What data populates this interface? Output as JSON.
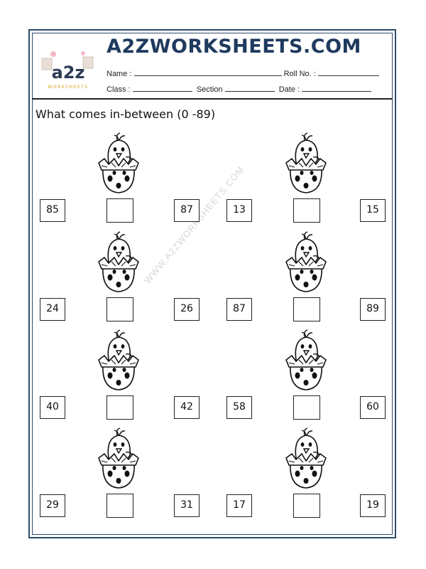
{
  "header": {
    "site_title": "A2ZWORKSHEETS.COM",
    "logo_text": "a2z",
    "logo_subtext": "WORKSHEETS",
    "name_label": "Name :",
    "roll_label": "Roll No. :",
    "class_label": "Class :",
    "section_label": "Section",
    "date_label": "Date :"
  },
  "instruction": "What comes in-between (0 -89)",
  "watermark": "WWW.A2ZWORKSHEETS.COM",
  "rows": [
    {
      "left": {
        "before": "85",
        "after": "87"
      },
      "right": {
        "before": "13",
        "after": "15"
      }
    },
    {
      "left": {
        "before": "24",
        "after": "26"
      },
      "right": {
        "before": "87",
        "after": "89"
      }
    },
    {
      "left": {
        "before": "40",
        "after": "42"
      },
      "right": {
        "before": "58",
        "after": "60"
      }
    },
    {
      "left": {
        "before": "29",
        "after": "31"
      },
      "right": {
        "before": "17",
        "after": "19"
      }
    }
  ],
  "icons": {
    "picture": "chick-in-egg-icon",
    "logo": "a2z-logo-icon"
  }
}
